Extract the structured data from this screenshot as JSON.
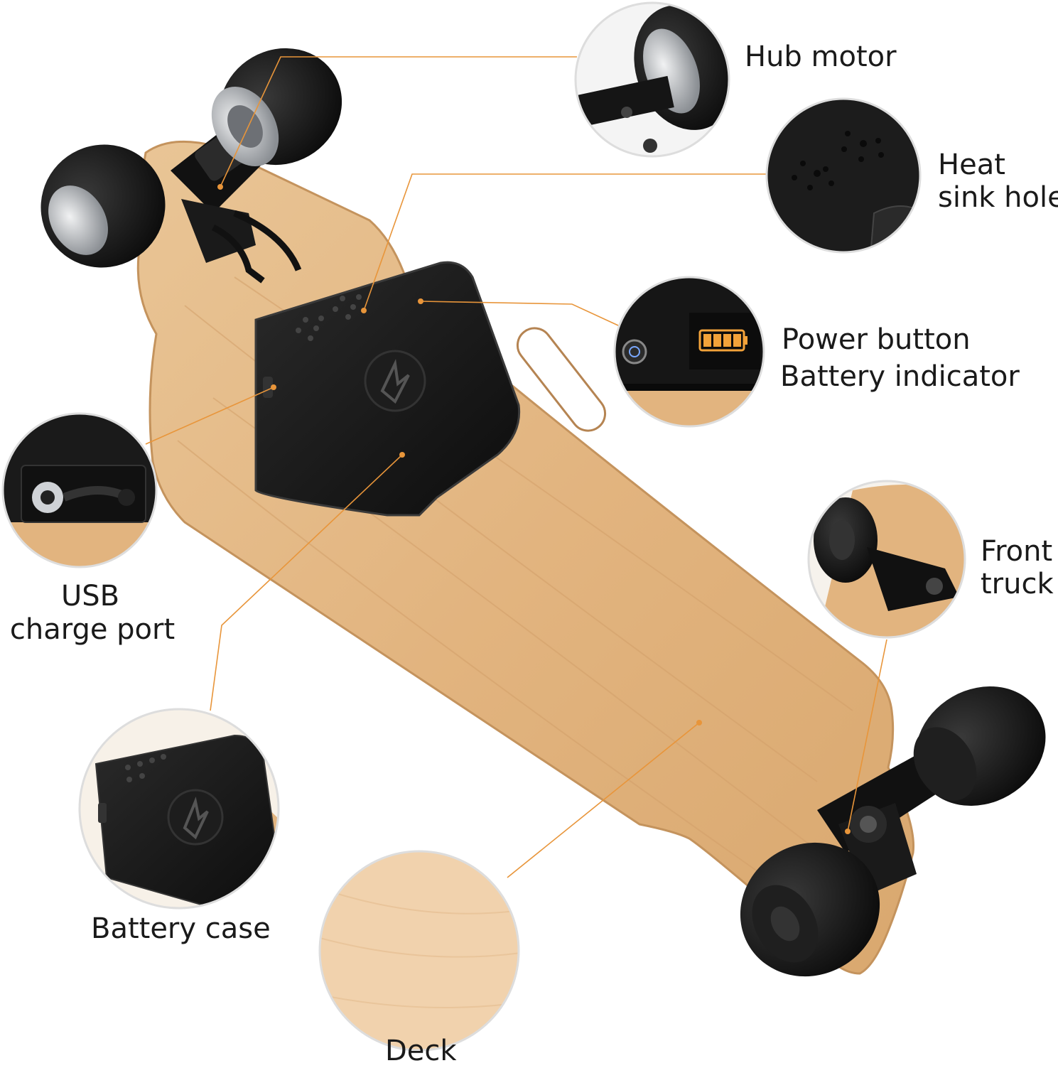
{
  "labels": {
    "hub_motor": "Hub motor",
    "heat_sink_line1": "Heat",
    "heat_sink_line2": "sink hole",
    "power_button": "Power button",
    "battery_indicator": "Battery indicator",
    "usb_line1": "USB",
    "usb_line2": "charge port",
    "front_truck_line1": "Front",
    "front_truck_line2": "truck",
    "battery_case": "Battery case",
    "deck": "Deck"
  },
  "battery_level": {
    "filled_bars": 4,
    "total_bars": 4
  },
  "colors": {
    "callout_line": "#e8953a",
    "wood": "#e6bb8a",
    "wood_dark": "#c98f55",
    "rubber": "#111111",
    "hub_metal": "#b9bcc0",
    "battery_led": "#f2a23a",
    "power_led": "#7aa8ff"
  }
}
